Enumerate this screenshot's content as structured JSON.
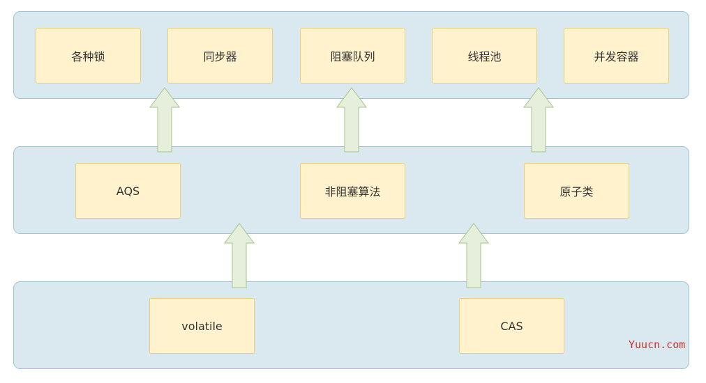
{
  "layers": {
    "top": {
      "boxes": [
        "各种锁",
        "同步器",
        "阻塞队列",
        "线程池",
        "并发容器"
      ]
    },
    "middle": {
      "boxes": [
        "AQS",
        "非阻塞算法",
        "原子类"
      ]
    },
    "bottom": {
      "boxes": [
        "volatile",
        "CAS"
      ]
    }
  },
  "colors": {
    "layer_fill": "#dae8f0",
    "layer_border": "#9fc3d3",
    "box_fill": "#fff2cc",
    "box_border": "#e9cf7e",
    "arrow_fill": "#e6efdb",
    "arrow_stroke": "#a9c28a"
  },
  "watermark": "Yuucn.com"
}
